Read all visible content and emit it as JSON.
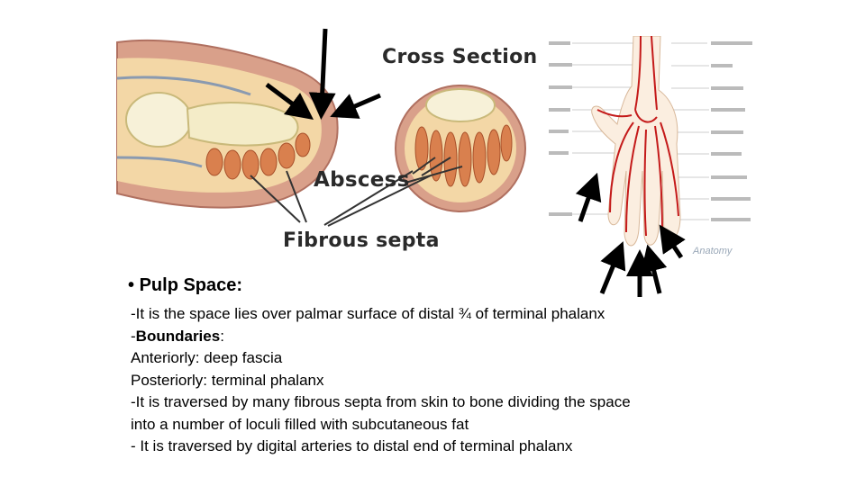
{
  "figure": {
    "cross_section_label": "Cross Section",
    "abscess_label": "Abscess",
    "fibrous_septa_label": "Fibrous septa"
  },
  "hand_figure": {
    "watermark": "Anatomy"
  },
  "content": {
    "bullet": "•",
    "title": "Pulp Space:",
    "line1": "-It is the space lies over palmar surface of distal ¾ of terminal phalanx",
    "boundaries_prefix": "-",
    "boundaries_label": "Boundaries",
    "boundaries_suffix": ":",
    "line3": "Anteriorly: deep fascia",
    "line4": "Posteriorly: terminal phalanx",
    "line5": "-It is traversed by many fibrous septa from skin to bone dividing the space",
    "line6": "into a number of loculi filled with subcutaneous fat",
    "line7": "- It is traversed by digital arteries to distal end of terminal phalanx"
  }
}
